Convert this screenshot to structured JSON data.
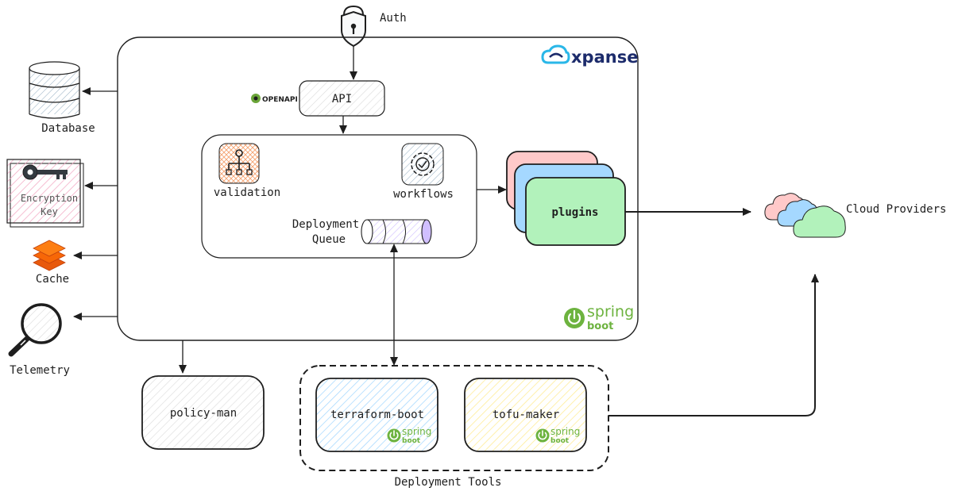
{
  "labels": {
    "auth": "Auth",
    "api": "API",
    "openapi": "OPENAPI",
    "xpanse": "xpanse",
    "validation": "validation",
    "workflows": "workflows",
    "deployment_queue_line1": "Deployment",
    "deployment_queue_line2": "Queue",
    "plugins": "plugins",
    "cloud_providers": "Cloud Providers",
    "database": "Database",
    "encryption_key_line1": "Encryption",
    "encryption_key_line2": "Key",
    "cache": "Cache",
    "telemetry": "Telemetry",
    "policy_man": "policy-man",
    "terraform_boot": "terraform-boot",
    "tofu_maker": "tofu-maker",
    "deployment_tools": "Deployment Tools",
    "spring": "spring",
    "boot": "boot"
  },
  "colors": {
    "spring_green": "#6db33f",
    "xpanse_navy": "#1c2b6b",
    "xpanse_cyan": "#2ab7e8",
    "plugin_red": "#ffc9c9",
    "plugin_blue": "#a5d8ff",
    "plugin_green": "#b2f2bb",
    "terraform_hatch": "#a5d8ff",
    "tofu_hatch": "#ffec99",
    "validation_orange": "#e8590c",
    "cache_orange": "#fd7e14",
    "encryption_pink": "#e64980",
    "stroke": "#1e1e1e"
  },
  "icons": [
    "lock-icon",
    "database-icon",
    "key-icon",
    "cache-layers-icon",
    "magnifier-icon",
    "cloud-icon",
    "hierarchy-icon",
    "gear-workflow-icon",
    "spring-power-icon",
    "xpanse-cloud-logo"
  ]
}
